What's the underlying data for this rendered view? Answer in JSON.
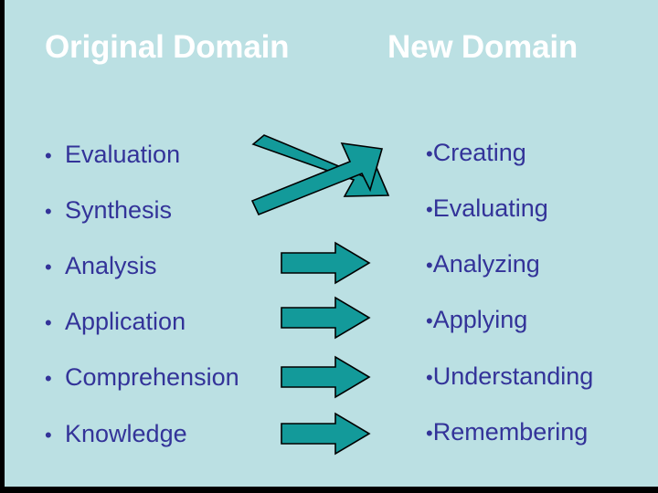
{
  "slide": {
    "background_color": "#BBE0E3",
    "border_color": "#000000",
    "title_color": "#FFFFFF",
    "body_text_color": "#333399",
    "arrow_fill_color": "#139A9A",
    "arrow_outline_color": "#000000"
  },
  "headings": {
    "left": "Original Domain",
    "right": "New Domain"
  },
  "left_column": {
    "bullet_glyph": "•",
    "items": [
      {
        "label": "Evaluation"
      },
      {
        "label": "Synthesis"
      },
      {
        "label": "Analysis"
      },
      {
        "label": "Application"
      },
      {
        "label": "Comprehension"
      },
      {
        "label": "Knowledge"
      }
    ]
  },
  "right_column": {
    "bullet_glyph": "•",
    "items": [
      {
        "label": "Creating"
      },
      {
        "label": "Evaluating"
      },
      {
        "label": "Analyzing"
      },
      {
        "label": "Applying"
      },
      {
        "label": "Understanding"
      },
      {
        "label": "Remembering"
      }
    ]
  },
  "arrows": {
    "crossed_pair": [
      {
        "name": "arrow-synthesis-to-creating",
        "direction": "down-right"
      },
      {
        "name": "arrow-evaluation-to-evaluating",
        "direction": "up-right"
      }
    ],
    "straight": [
      {
        "name": "arrow-analysis-to-analyzing"
      },
      {
        "name": "arrow-application-to-applying"
      },
      {
        "name": "arrow-comprehension-to-understanding"
      },
      {
        "name": "arrow-knowledge-to-remembering"
      }
    ]
  }
}
